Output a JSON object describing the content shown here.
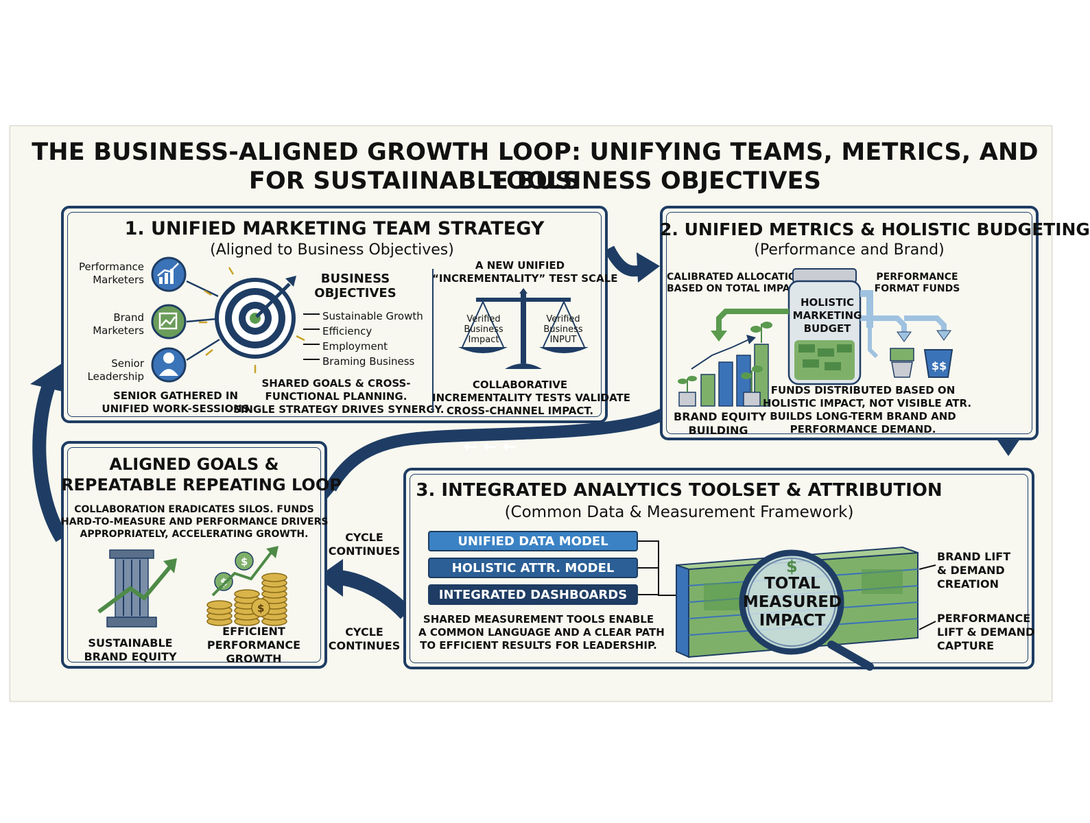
{
  "title": {
    "line1": "THE BUSINESS-ALIGNED GROWTH LOOP: UNIFYING TEAMS, METRICS, AND TOOLS",
    "line2": "FOR SUSTAIINABLE BUSINESS OBJECTIVES"
  },
  "panel1": {
    "heading": "1. UNIFIED MARKETING TEAM STRATEGY",
    "subheading": "(Aligned to Business Objectives)",
    "roles": [
      {
        "line1": "Performance",
        "line2": "Marketers",
        "icon": "chart-icon"
      },
      {
        "line1": "Brand",
        "line2": "Marketers",
        "icon": "brand-image-icon"
      },
      {
        "line1": "Senior",
        "line2": "Leadership",
        "icon": "person-icon"
      }
    ],
    "bottom_left_caption": [
      "SENIOR GATHERED IN",
      "UNIFIED WORK-SESSIONS"
    ],
    "objectives_title": [
      "BUSINESS",
      "OBJECTIVES"
    ],
    "objectives": [
      "Sustainable Growth",
      "Efficiency",
      "Employment",
      "Braming Business"
    ],
    "center_caption": [
      "SHARED GOALS & CROSS-",
      "FUNCTIONAL PLANNING.",
      "SINGLE STRATEGY DRIVES SYNERGY."
    ],
    "scale_title": [
      "A NEW UNIFIED",
      "“INCREMENTALITY” TEST SCALE"
    ],
    "scale_left": [
      "Verified",
      "Business",
      "Impact"
    ],
    "scale_right": [
      "Verified",
      "Business",
      "INPUT"
    ],
    "scale_caption": [
      "COLLABORATIVE",
      "INCREMENTALITY TESTS VALIDATE",
      "CROSS-CHANNEL IMPACT."
    ]
  },
  "panel2": {
    "heading": "2. UNIFIED METRICS & HOLISTIC BUDGETING",
    "subheading": "(Performance and Brand)",
    "left_label": [
      "CALIBRATED ALLOCATION",
      "BASED ON TOTAL IMPACT"
    ],
    "right_label": [
      "PERFORMANCE",
      "FORMAT FUNDS"
    ],
    "jar_label": [
      "HOLISTIC",
      "MARKETING",
      "BUDGET"
    ],
    "cup_label": "$$",
    "brand_caption": [
      "BRAND EQUITY",
      "BUILDING"
    ],
    "funds_caption": [
      "FUNDS DISTRIBUTED BASED ON",
      "HOLISTIC IMPACT, NOT VISIBLE ATR.",
      "BUILDS LONG-TERM BRAND AND",
      "PERFORMANCE DEMAND."
    ]
  },
  "panel3": {
    "heading": "3. INTEGRATED ANALYTICS TOOLSET & ATTRIBUTION",
    "subheading": "(Common Data & Measurement Framework)",
    "tools": [
      "UNIFIED DATA MODEL",
      "HOLISTIC ATTR. MODEL",
      "INTEGRATED DASHBOARDS"
    ],
    "tools_caption": [
      "SHARED MEASUREMENT TOOLS ENABLE",
      "A COMMON LANGUAGE AND A CLEAR PATH",
      "TO EFFICIENT RESULTS FOR LEADERSHIP."
    ],
    "lens_label": [
      "TOTAL",
      "MEASURED",
      "IMPACT"
    ],
    "lift_brand": [
      "BRAND LIFT",
      "& DEMAND",
      "CREATION"
    ],
    "lift_perf": [
      "PERFORMANCE",
      "LIFT & DEMAND",
      "CAPTURE"
    ]
  },
  "panel4": {
    "heading": [
      "ALIGNED GOALS &",
      "REPEATABLE REPEATING LOOP"
    ],
    "description": [
      "COLLABORATION ERADICATES SILOS. FUNDS",
      "HARD-TO-MEASURE AND PERFORMANCE DRIVERS",
      "APPROPRIATELY, ACCELERATING GROWTH."
    ],
    "brand_caption": [
      "SUSTAINABLE",
      "BRAND EQUITY"
    ],
    "perf_caption": [
      "EFFICIENT",
      "PERFORMANCE",
      "GROWTH"
    ]
  },
  "cycle": {
    "upper": [
      "CYCLE",
      "CONTINUES"
    ],
    "lower": [
      "CYCLE",
      "CONTINUES"
    ]
  },
  "colors": {
    "navy": "#1f3d64",
    "blue": "#3b73b8",
    "green": "#4e8a47",
    "money": "#7fb06a"
  }
}
